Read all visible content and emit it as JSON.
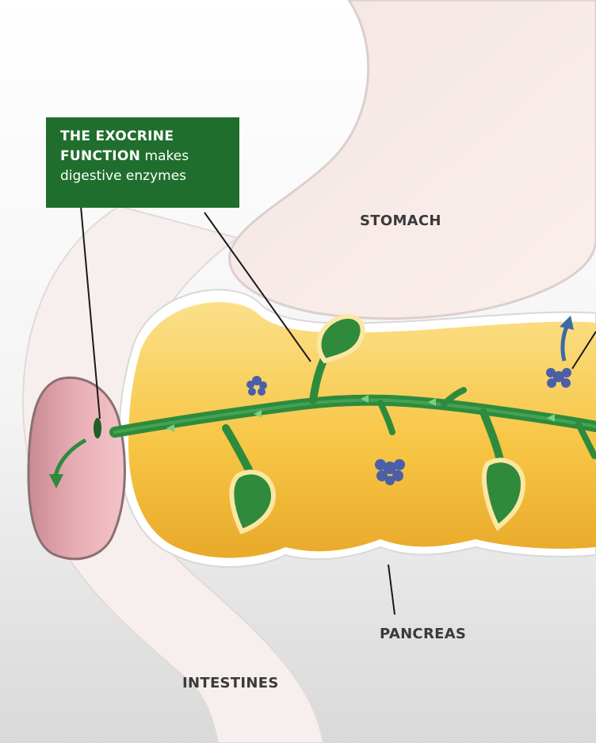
{
  "callout": {
    "bold_line1": "THE EXOCRINE",
    "bold_line2": "FUNCTION",
    "rest_line2": " makes",
    "line3": "digestive enzymes"
  },
  "labels": {
    "stomach": "STOMACH",
    "pancreas": "PANCREAS",
    "intestines": "INTESTINES"
  },
  "colors": {
    "callout_bg": "#1f6e2d",
    "duct_green": "#2e8b3e",
    "pancreas_yellow": "#f6c544",
    "islet_blue": "#4a5fa8",
    "stomach_pink": "#f6e3e0",
    "duodenum_pink": "#e7aab1"
  }
}
